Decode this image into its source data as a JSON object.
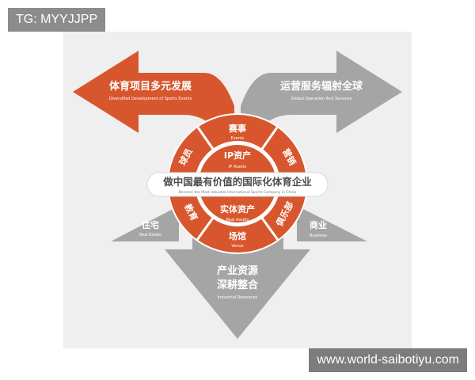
{
  "corner_tag": "TG: MYYJJPP",
  "watermark": "www.world-saibotiyu.com",
  "colors": {
    "orange": "#d8562e",
    "gray": "#a5a5a5",
    "dark_gray": "#8c8c8c",
    "panel": "#efefef"
  },
  "left_arrow": {
    "title": "体育项目多元发展",
    "subtitle": "Diversified Development of Sports Events"
  },
  "right_arrow": {
    "title": "运营服务辐射全球",
    "subtitle": "Global Operation And Services"
  },
  "center": {
    "title": "做中国最有价值的国际化体育企业",
    "subtitle": "Become the Most Valuable International Sports Company in China"
  },
  "top_section": {
    "title": "IP资产",
    "subtitle": "IP Assets"
  },
  "bottom_section": {
    "title": "实体资产",
    "subtitle": "Real Assets"
  },
  "ring": {
    "events": {
      "label": "赛事",
      "sub": "Events"
    },
    "athletes": {
      "label": "球员"
    },
    "marketing": {
      "label": "营销"
    },
    "education": {
      "label": "教育"
    },
    "clubs": {
      "label": "俱乐部"
    },
    "venue": {
      "label": "场馆",
      "sub": "Venue"
    }
  },
  "left_triangle": {
    "title": "住宅",
    "subtitle": "Real Estate"
  },
  "right_triangle": {
    "title": "商业",
    "subtitle": "Business"
  },
  "bottom_arrow": {
    "line1": "产业资源",
    "line2": "深耕整合",
    "subtitle": "Industrial Resources"
  }
}
